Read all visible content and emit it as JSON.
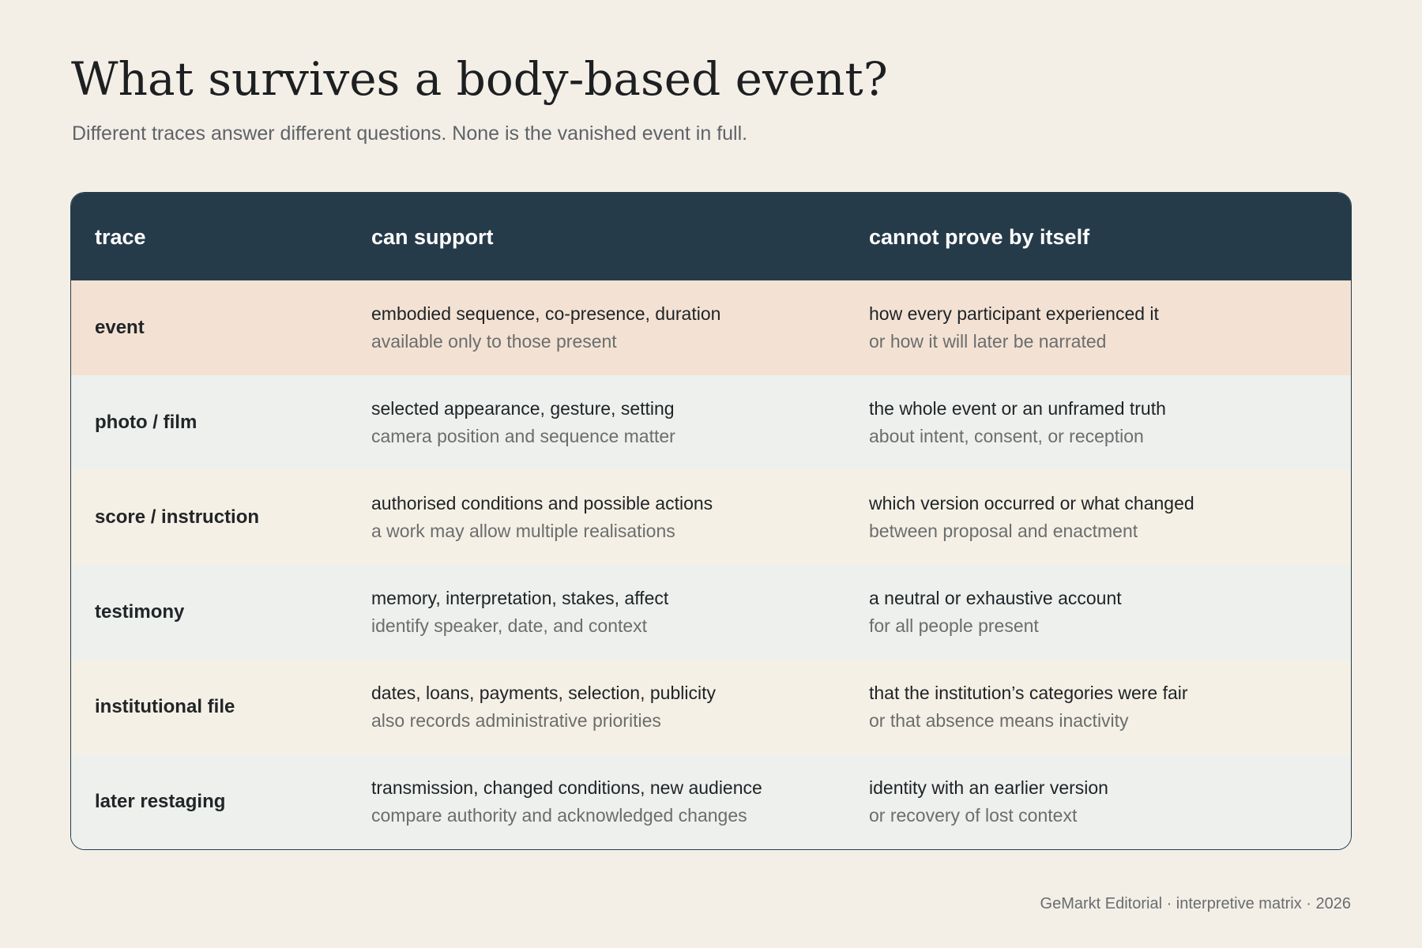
{
  "title": "What survives a body-based event?",
  "subtitle": "Different traces answer different questions. None is the vanished event in full.",
  "table": {
    "headers": {
      "trace": "trace",
      "support": "can support",
      "cannot": "cannot prove by itself"
    },
    "rows": [
      {
        "trace": "event",
        "support_main": "embodied sequence, co-presence, duration",
        "support_note": "available only to those present",
        "cannot_main": "how every participant experienced it",
        "cannot_note": "or how it will later be narrated"
      },
      {
        "trace": "photo / film",
        "support_main": "selected appearance, gesture, setting",
        "support_note": "camera position and sequence matter",
        "cannot_main": "the whole event or an unframed truth",
        "cannot_note": "about intent, consent, or reception"
      },
      {
        "trace": "score / instruction",
        "support_main": "authorised conditions and possible actions",
        "support_note": "a work may allow multiple realisations",
        "cannot_main": "which version occurred or what changed",
        "cannot_note": "between proposal and enactment"
      },
      {
        "trace": "testimony",
        "support_main": "memory, interpretation, stakes, affect",
        "support_note": "identify speaker, date, and context",
        "cannot_main": "a neutral or exhaustive account",
        "cannot_note": "for all people present"
      },
      {
        "trace": "institutional file",
        "support_main": "dates, loans, payments, selection, publicity",
        "support_note": "also records administrative priorities",
        "cannot_main": "that the institution’s categories were fair",
        "cannot_note": "or that absence means inactivity"
      },
      {
        "trace": "later restaging",
        "support_main": "transmission, changed conditions, new audience",
        "support_note": "compare authority and acknowledged changes",
        "cannot_main": "identity with an earlier version",
        "cannot_note": "or recovery of lost context"
      }
    ]
  },
  "footer": "GeMarkt Editorial · interpretive matrix · 2026",
  "colors": {
    "background": "#f3efe7",
    "header": "#263b4a",
    "row_event": "#f3e2d3",
    "row_cool": "#edf0ed",
    "row_warm": "#f5f0e5"
  }
}
